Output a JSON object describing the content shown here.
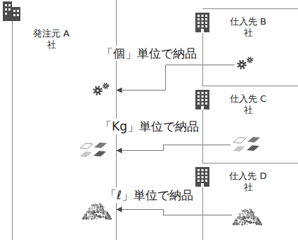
{
  "diagram": {
    "nodes": [
      {
        "text": [
          "発注元 A社"
        ]
      },
      {
        "text": [
          "仕入先 B社"
        ]
      },
      {
        "text": [
          "仕入先 C社"
        ]
      },
      {
        "text": [
          "仕入先 D社"
        ]
      }
    ],
    "edges": [
      {
        "from": 1,
        "to": 0,
        "arrow": "to",
        "label": "「個」単位で納品"
      },
      {
        "from": 2,
        "to": 0,
        "arrow": "to",
        "label": "「Kg」単位で納品"
      },
      {
        "from": 3,
        "to": 0,
        "arrow": "to",
        "label": "「ℓ」単位で納品"
      }
    ]
  }
}
